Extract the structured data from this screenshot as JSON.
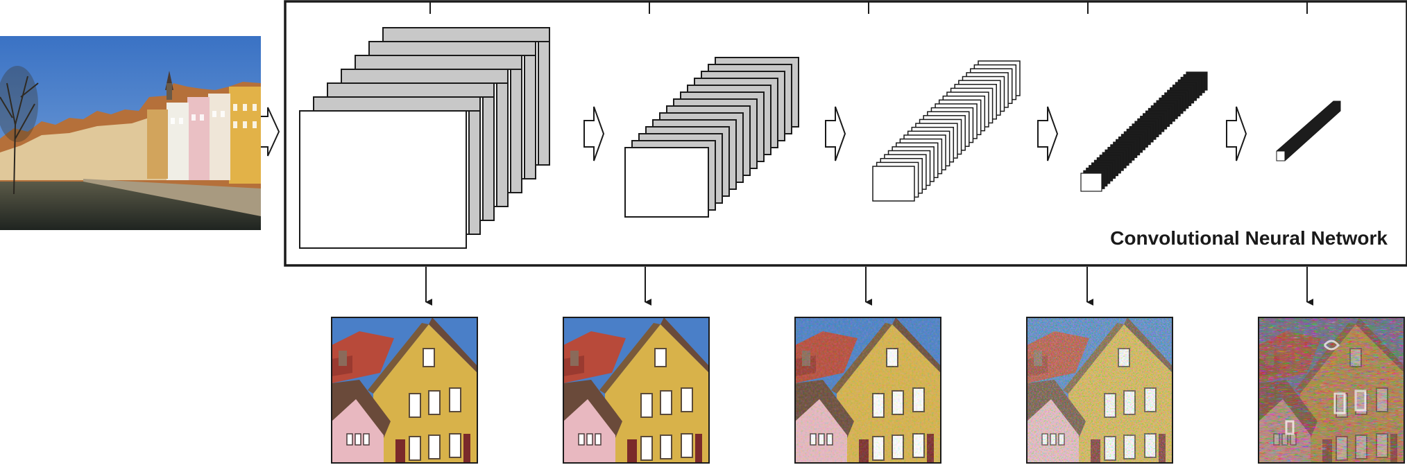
{
  "network_label": "Convolutional Neural Network",
  "colors": {
    "frame": "#1a1a1a",
    "map_fill_front": "#ffffff",
    "map_fill_back": "#c8c8c8",
    "deep_fill": "#1c1c1c",
    "sky": "#4a7fc8",
    "facade_yellow": "#d8b24a",
    "facade_pink": "#e8b8c0",
    "roof_red": "#b84a3a"
  },
  "icons": [
    "hollow-arrow-icon",
    "down-arrow-icon"
  ],
  "stages": [
    {
      "id": "conv1",
      "maps": 7,
      "reconstruction": "clean"
    },
    {
      "id": "conv2",
      "maps": 14,
      "reconstruction": "clean"
    },
    {
      "id": "conv3",
      "maps": 28,
      "reconstruction": "slightly-distorted"
    },
    {
      "id": "conv4",
      "maps": 40,
      "reconstruction": "distorted"
    },
    {
      "id": "conv5",
      "maps": 40,
      "reconstruction": "heavily-distorted"
    }
  ]
}
